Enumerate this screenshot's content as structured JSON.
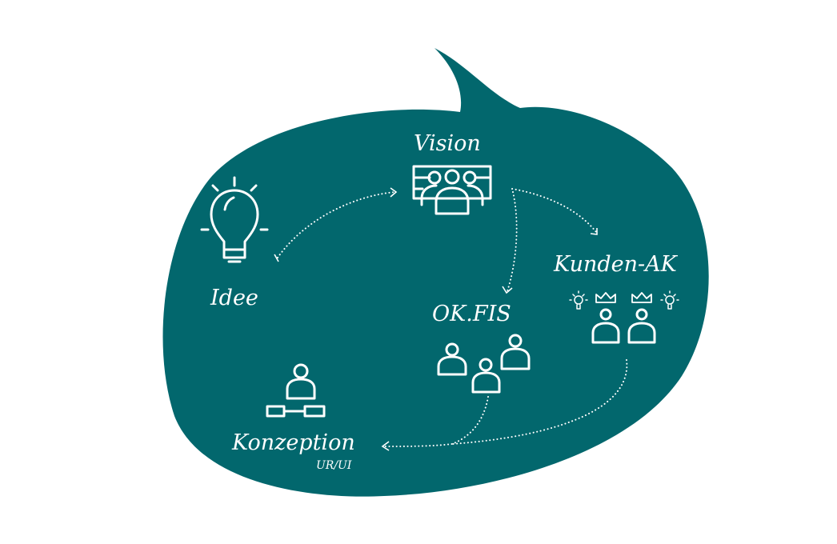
{
  "colors": {
    "bubble": "#02676d",
    "foreground": "#ffffff"
  },
  "nodes": {
    "idee": {
      "label": "Idee",
      "icon": "lightbulb-icon"
    },
    "vision": {
      "label": "Vision",
      "icon": "group-presentation-icon"
    },
    "kunden_ak": {
      "label": "Kunden-AK",
      "icon": "customers-with-crowns-and-ideas-icon"
    },
    "okfis": {
      "label": "OK.FIS",
      "icon": "team-icon"
    },
    "konzeption": {
      "label": "Konzeption",
      "sublabel": "UR/UI",
      "icon": "person-flow-icon"
    }
  },
  "edges": [
    {
      "from": "Idee",
      "to": "Vision"
    },
    {
      "from": "Vision",
      "to": "Kunden-AK"
    },
    {
      "from": "Vision",
      "to": "OK.FIS"
    },
    {
      "from": "OK.FIS",
      "to": "Konzeption"
    },
    {
      "from": "Kunden-AK",
      "to": "Konzeption"
    }
  ]
}
